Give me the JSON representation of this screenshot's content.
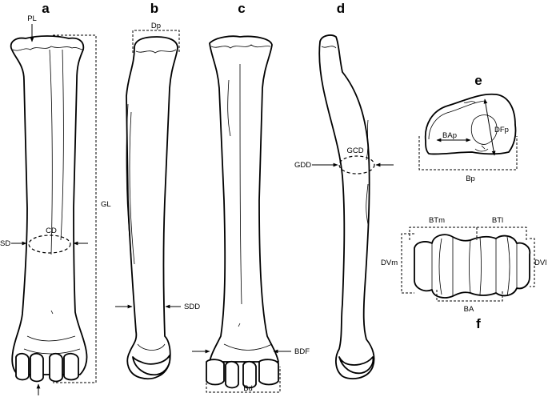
{
  "panels": {
    "a": "a",
    "b": "b",
    "c": "c",
    "d": "d",
    "e": "e",
    "f": "f"
  },
  "measurements": {
    "PL": "PL",
    "GL": "GL",
    "SD": "SD",
    "CD": "CD",
    "Dp": "Dp",
    "SDD": "SDD",
    "BDF": "BDF",
    "Bd": "Bd",
    "GDD": "GDD",
    "GCD": "GCD",
    "BAp": "BAp",
    "DFp": "DFp",
    "Bp": "Bp",
    "BTm": "BTm",
    "BTl": "BTl",
    "DVm": "DVm",
    "DVl": "DVl",
    "BA": "BA"
  }
}
